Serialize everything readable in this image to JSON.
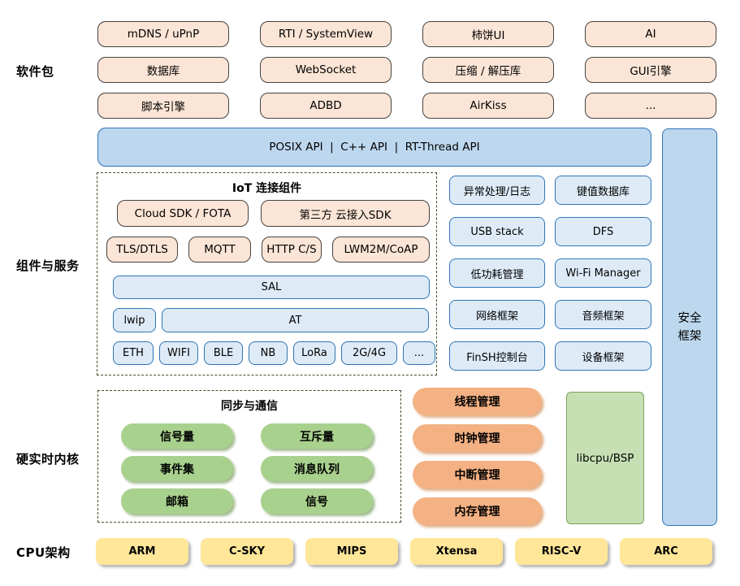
{
  "section_labels": {
    "software": "软件包",
    "components": "组件与服务",
    "kernel": "硬实时内核",
    "cpu": "CPU架构"
  },
  "software_packages": {
    "rows": [
      [
        "mDNS / uPnP",
        "RTI / SystemView",
        "柿饼UI",
        "AI"
      ],
      [
        "数据库",
        "WebSocket",
        "压缩 / 解压库",
        "GUI引擎"
      ],
      [
        "脚本引擎",
        "ADBD",
        "AirKiss",
        "..."
      ]
    ]
  },
  "api_bar": {
    "label": "POSIX API  |  C++ API  |  RT-Thread API"
  },
  "security": {
    "line1": "安全",
    "line2": "框架"
  },
  "iot": {
    "title": "IoT 连接组件",
    "cloud_row": [
      "Cloud SDK / FOTA",
      "第三方 云接入SDK"
    ],
    "protocol_row": [
      "TLS/DTLS",
      "MQTT",
      "HTTP C/S",
      "LWM2M/CoAP"
    ],
    "sal": "SAL",
    "lwip": "lwip",
    "at": "AT",
    "links": [
      "ETH",
      "WIFI",
      "BLE",
      "NB",
      "LoRa",
      "2G/4G",
      "..."
    ]
  },
  "services": {
    "rows": [
      [
        "异常处理/日志",
        "键值数据库"
      ],
      [
        "USB stack",
        "DFS"
      ],
      [
        "低功耗管理",
        "Wi-Fi Manager"
      ],
      [
        "网络框架",
        "音频框架"
      ],
      [
        "FinSH控制台",
        "设备框架"
      ]
    ]
  },
  "kernel": {
    "sync_title": "同步与通信",
    "sync_items": [
      [
        "信号量",
        "互斥量"
      ],
      [
        "事件集",
        "消息队列"
      ],
      [
        "邮箱",
        "信号"
      ]
    ],
    "managers": [
      "线程管理",
      "时钟管理",
      "中断管理",
      "内存管理"
    ],
    "libcpu": "libcpu/BSP"
  },
  "cpu_archs": [
    "ARM",
    "C-SKY",
    "MIPS",
    "Xtensa",
    "RISC-V",
    "ARC"
  ],
  "colors": {
    "peach_fill": "#FBE5D6",
    "blue_fill_light": "#DEEBF7",
    "blue_fill": "#BDD7EE",
    "blue_border": "#2E75B6",
    "green_pill": "#A9D18E",
    "orange_pill": "#F4B183",
    "libcpu_fill": "#C6E0B4",
    "yellow_fill": "#FFE699"
  }
}
